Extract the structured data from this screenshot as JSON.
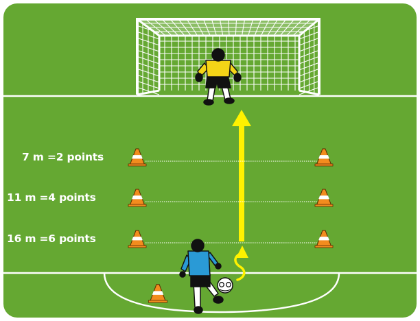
{
  "colors": {
    "pitch": "#65a832",
    "lines": "#ffffff",
    "cone": "#f28c1e",
    "arrow": "#fff200",
    "goalkeeper_shirt": "#f5d417",
    "shooter_shirt": "#2a9ad6",
    "shorts": "#111111"
  },
  "icons": {
    "goal": "goal-net-icon",
    "goalkeeper": "goalkeeper-figure-icon",
    "shooter": "shooter-figure-icon",
    "cone": "cone-icon",
    "ball": "soccer-ball-icon",
    "arrow": "shot-direction-arrow-icon"
  },
  "zones": [
    {
      "label": "7 m =2 points",
      "distance_m": 7,
      "points": 2
    },
    {
      "label": "11 m =4 points",
      "distance_m": 11,
      "points": 4
    },
    {
      "label": "16 m =6 points",
      "distance_m": 16,
      "points": 6
    }
  ]
}
